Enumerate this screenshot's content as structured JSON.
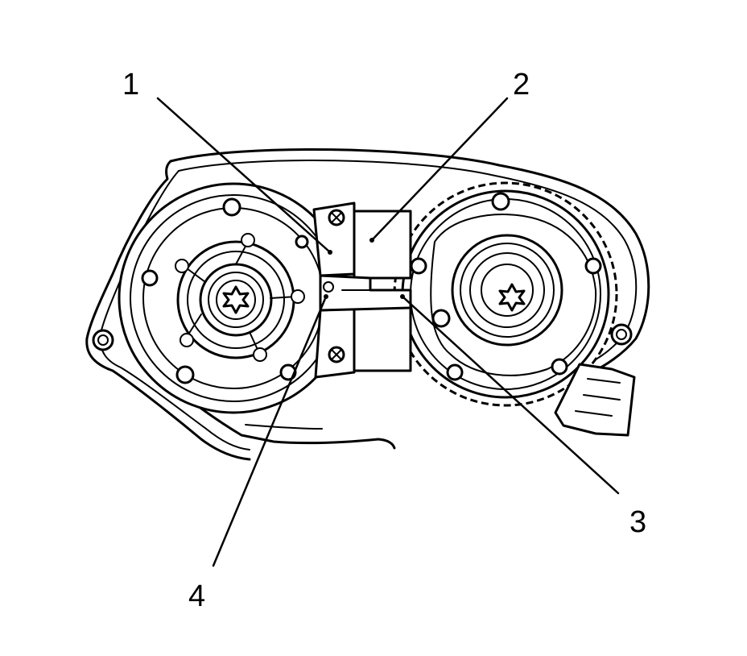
{
  "diagram": {
    "callouts": [
      {
        "id": 1,
        "label": "1"
      },
      {
        "id": 2,
        "label": "2"
      },
      {
        "id": 3,
        "label": "3"
      },
      {
        "id": 4,
        "label": "4"
      }
    ]
  },
  "colors": {
    "line": "#000000",
    "background": "#ffffff"
  }
}
